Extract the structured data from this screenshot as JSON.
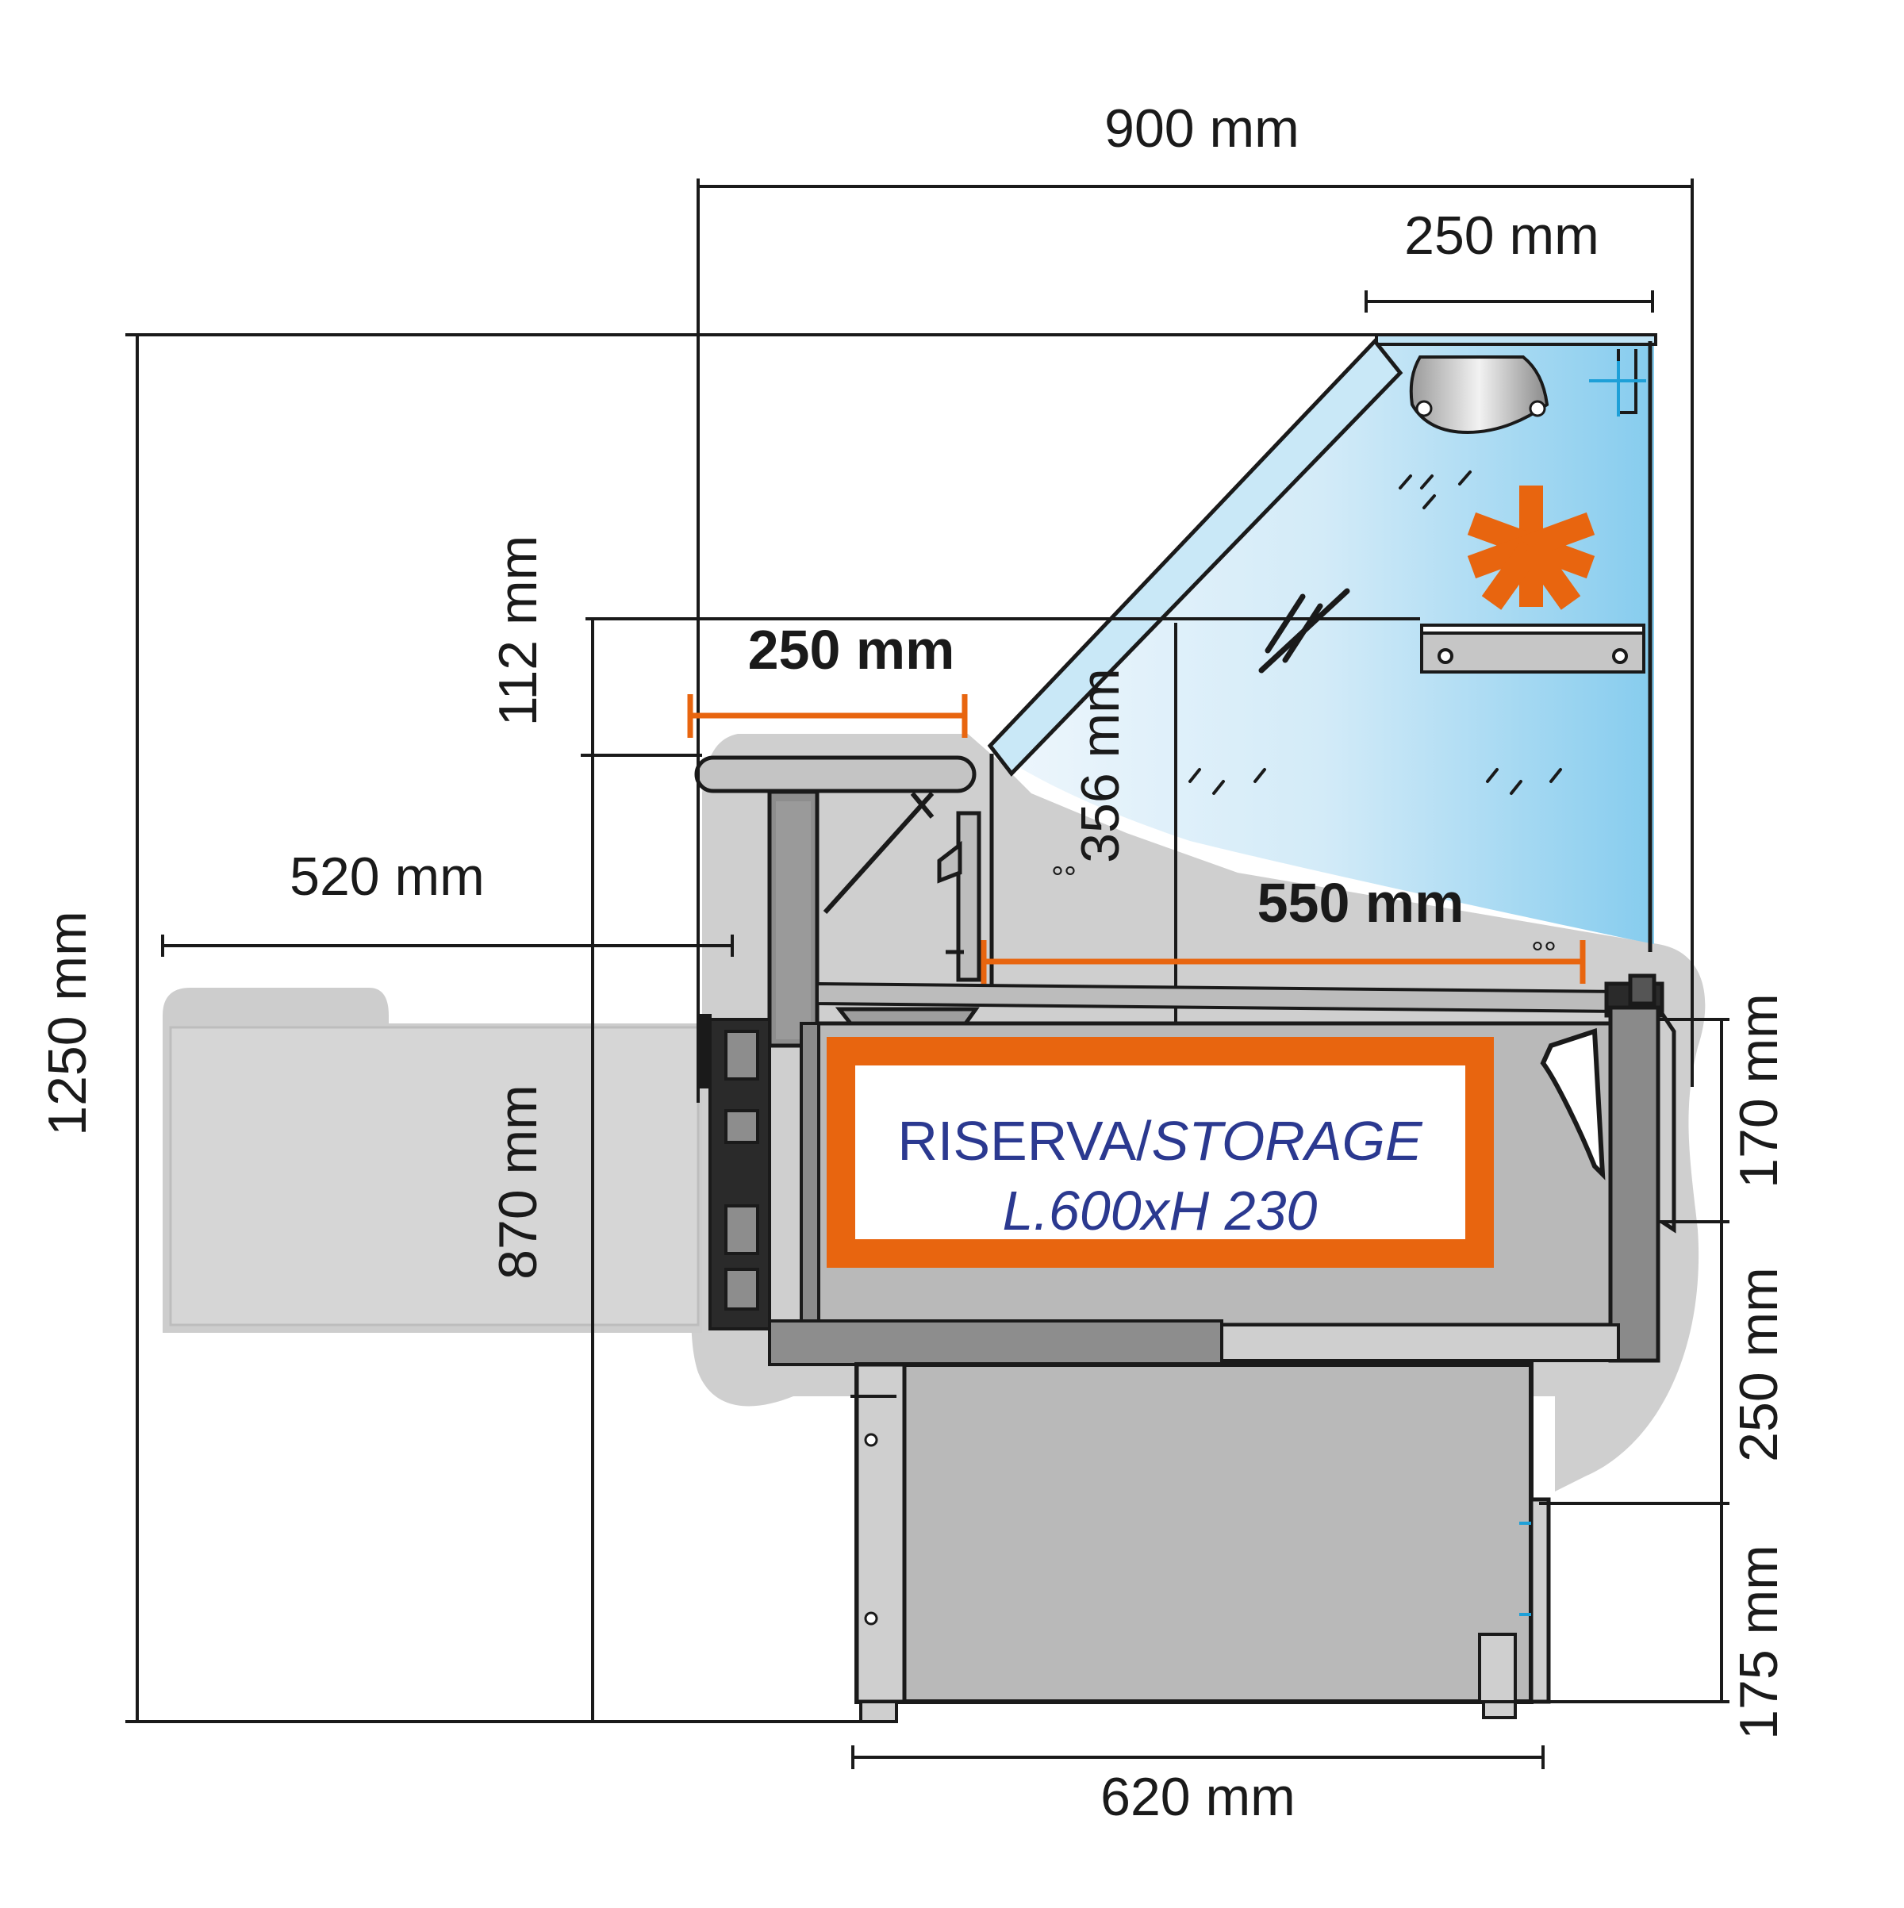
{
  "dimensions": {
    "overall_width": "900 mm",
    "glass_top_width": "250 mm",
    "overall_height": "1250 mm",
    "worktop_step": "112 mm",
    "worktop_depth": "250 mm",
    "counter_overhang": "520 mm",
    "counter_height": "870 mm",
    "glass_height": "356 mm",
    "display_depth": "550 mm",
    "side_upper": "170 mm",
    "side_middle": "250 mm",
    "side_lower": "175 mm",
    "base_width": "620 mm"
  },
  "storage": {
    "line1_prefix": "RISERVA/",
    "line1_suffix": "STORAGE",
    "line2": "L.600xH 230"
  },
  "colors": {
    "accent": "#e8650f",
    "glass_left": "#e9f4fb",
    "glass_right": "#8ccfee",
    "body_gray": "#c8c8c8",
    "insulation": "#8a8a8a",
    "storage_text": "#2b3990"
  }
}
